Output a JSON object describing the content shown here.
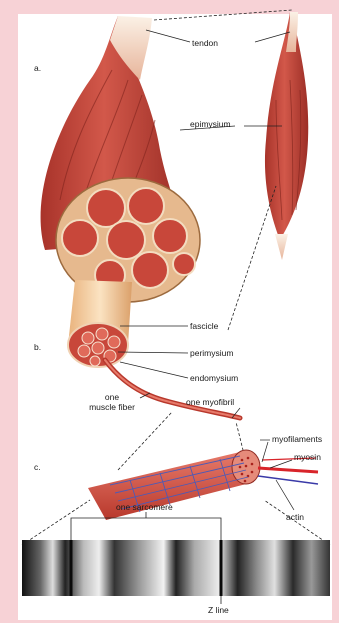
{
  "sections": {
    "a": "a.",
    "b": "b.",
    "c": "c."
  },
  "labels": {
    "tendon": "tendon",
    "epimysium": "epimysium",
    "fascicle": "fascicle",
    "perimysium": "perimysium",
    "endomysium": "endomysium",
    "muscle_fiber_line1": "one",
    "muscle_fiber_line2": "muscle fiber",
    "myofibril": "one myofibril",
    "myofilaments": "myofilaments",
    "myosin": "myosin",
    "actin": "actin",
    "sarcomere": "one sarcomere",
    "z_line": "Z line"
  },
  "colors": {
    "background": "#f7d2d6",
    "muscle": "#c8473a",
    "muscle_dark": "#8e2a22",
    "tendon": "#f2dcc6",
    "fascicle": "#f0c89c",
    "myosin": "#d8242a",
    "actin": "#3a3aa8"
  }
}
